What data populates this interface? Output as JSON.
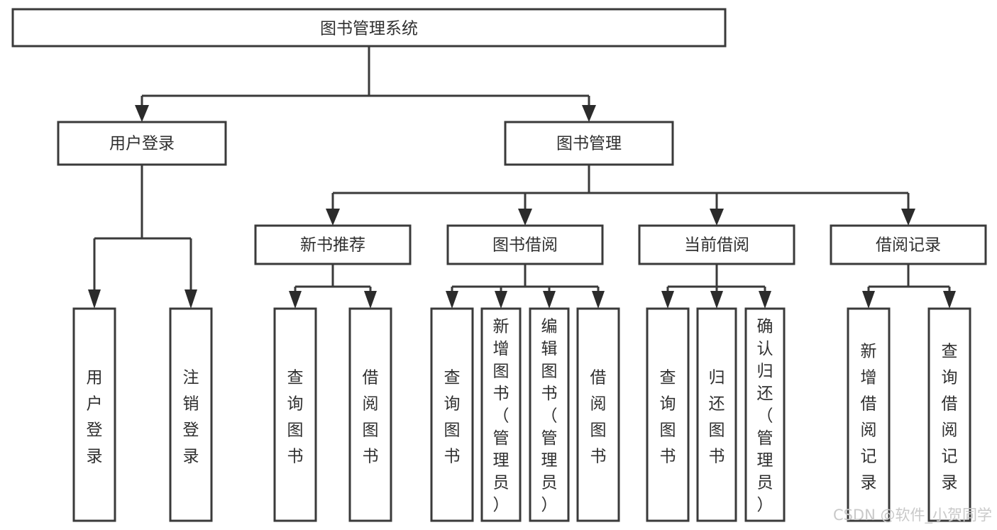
{
  "diagram": {
    "title": "图书管理系统",
    "type": "tree-hierarchy-diagram",
    "colors": {
      "background": "#ffffff",
      "box_stroke": "#3a3a3a",
      "box_fill": "#ffffff",
      "text": "#2f2f2f",
      "connector": "#3a3a3a",
      "arrow": "#2b2b2b",
      "watermark": "#c9c9c9"
    },
    "root": {
      "label": "图书管理系统"
    },
    "level2": [
      {
        "label": "用户登录"
      },
      {
        "label": "图书管理"
      }
    ],
    "level3": [
      {
        "label": "新书推荐"
      },
      {
        "label": "图书借阅"
      },
      {
        "label": "当前借阅"
      },
      {
        "label": "借阅记录"
      }
    ],
    "leaves": {
      "user_login": [
        {
          "label": "用户登录"
        },
        {
          "label": "注销登录"
        }
      ],
      "new_book_recommend": [
        {
          "label": "查询图书"
        },
        {
          "label": "借阅图书"
        }
      ],
      "book_borrow": [
        {
          "label": "查询图书"
        },
        {
          "label": "新增图书（管理员）"
        },
        {
          "label": "编辑图书（管理员）"
        },
        {
          "label": "借阅图书"
        }
      ],
      "current_borrow": [
        {
          "label": "查询图书"
        },
        {
          "label": "归还图书"
        },
        {
          "label": "确认归还（管理员）"
        }
      ],
      "borrow_record": [
        {
          "label": "新增借阅记录"
        },
        {
          "label": "查询借阅记录"
        }
      ]
    },
    "watermark": "CSDN @软件_小贺同学"
  }
}
